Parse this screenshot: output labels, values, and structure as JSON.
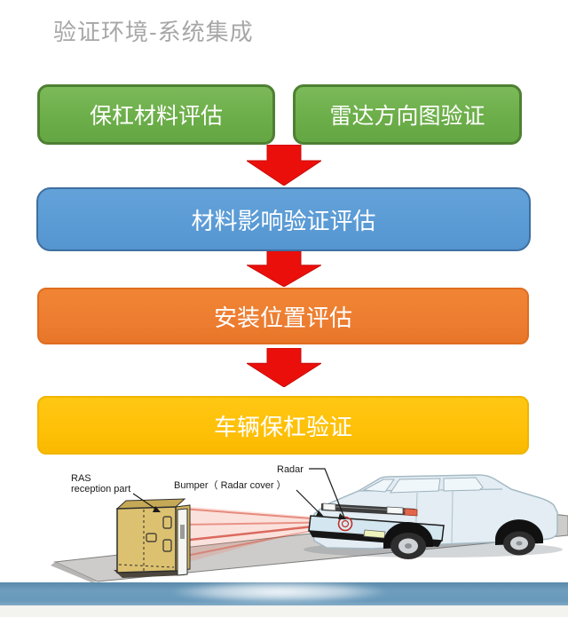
{
  "page": {
    "title": "验证环境-系统集成",
    "background": "#ffffff"
  },
  "flowchart": {
    "top_row": [
      {
        "label": "保杠材料评估"
      },
      {
        "label": "雷达方向图验证"
      }
    ],
    "steps": [
      {
        "label": "材料影响验证评估"
      },
      {
        "label": "安装位置评估"
      },
      {
        "label": "车辆保杠验证"
      }
    ],
    "colors": {
      "green_fill": "#6cae49",
      "green_border": "#4e8032",
      "blue_fill": "#5b9bd5",
      "blue_border": "#3f6fa0",
      "orange_fill": "#ed7d31",
      "orange_border": "#df6d20",
      "yellow_fill": "#ffc008",
      "yellow_border": "#f0b500",
      "arrow_red": "#eb0f0b",
      "label_text": "#ffffff",
      "title_gray": "#a7a7a7"
    }
  },
  "illustration": {
    "labels": {
      "ras_line1": "RAS",
      "ras_line2": "reception part",
      "bumper": "Bumper（ Radar cover ）",
      "radar": "Radar"
    },
    "colors": {
      "road_gray": "#cdccca",
      "target_box_tan": "#dcc170",
      "beam_red": "#d54632",
      "car_body": "#e3edf3",
      "wave_band_blue": "#6e9dbd"
    }
  }
}
